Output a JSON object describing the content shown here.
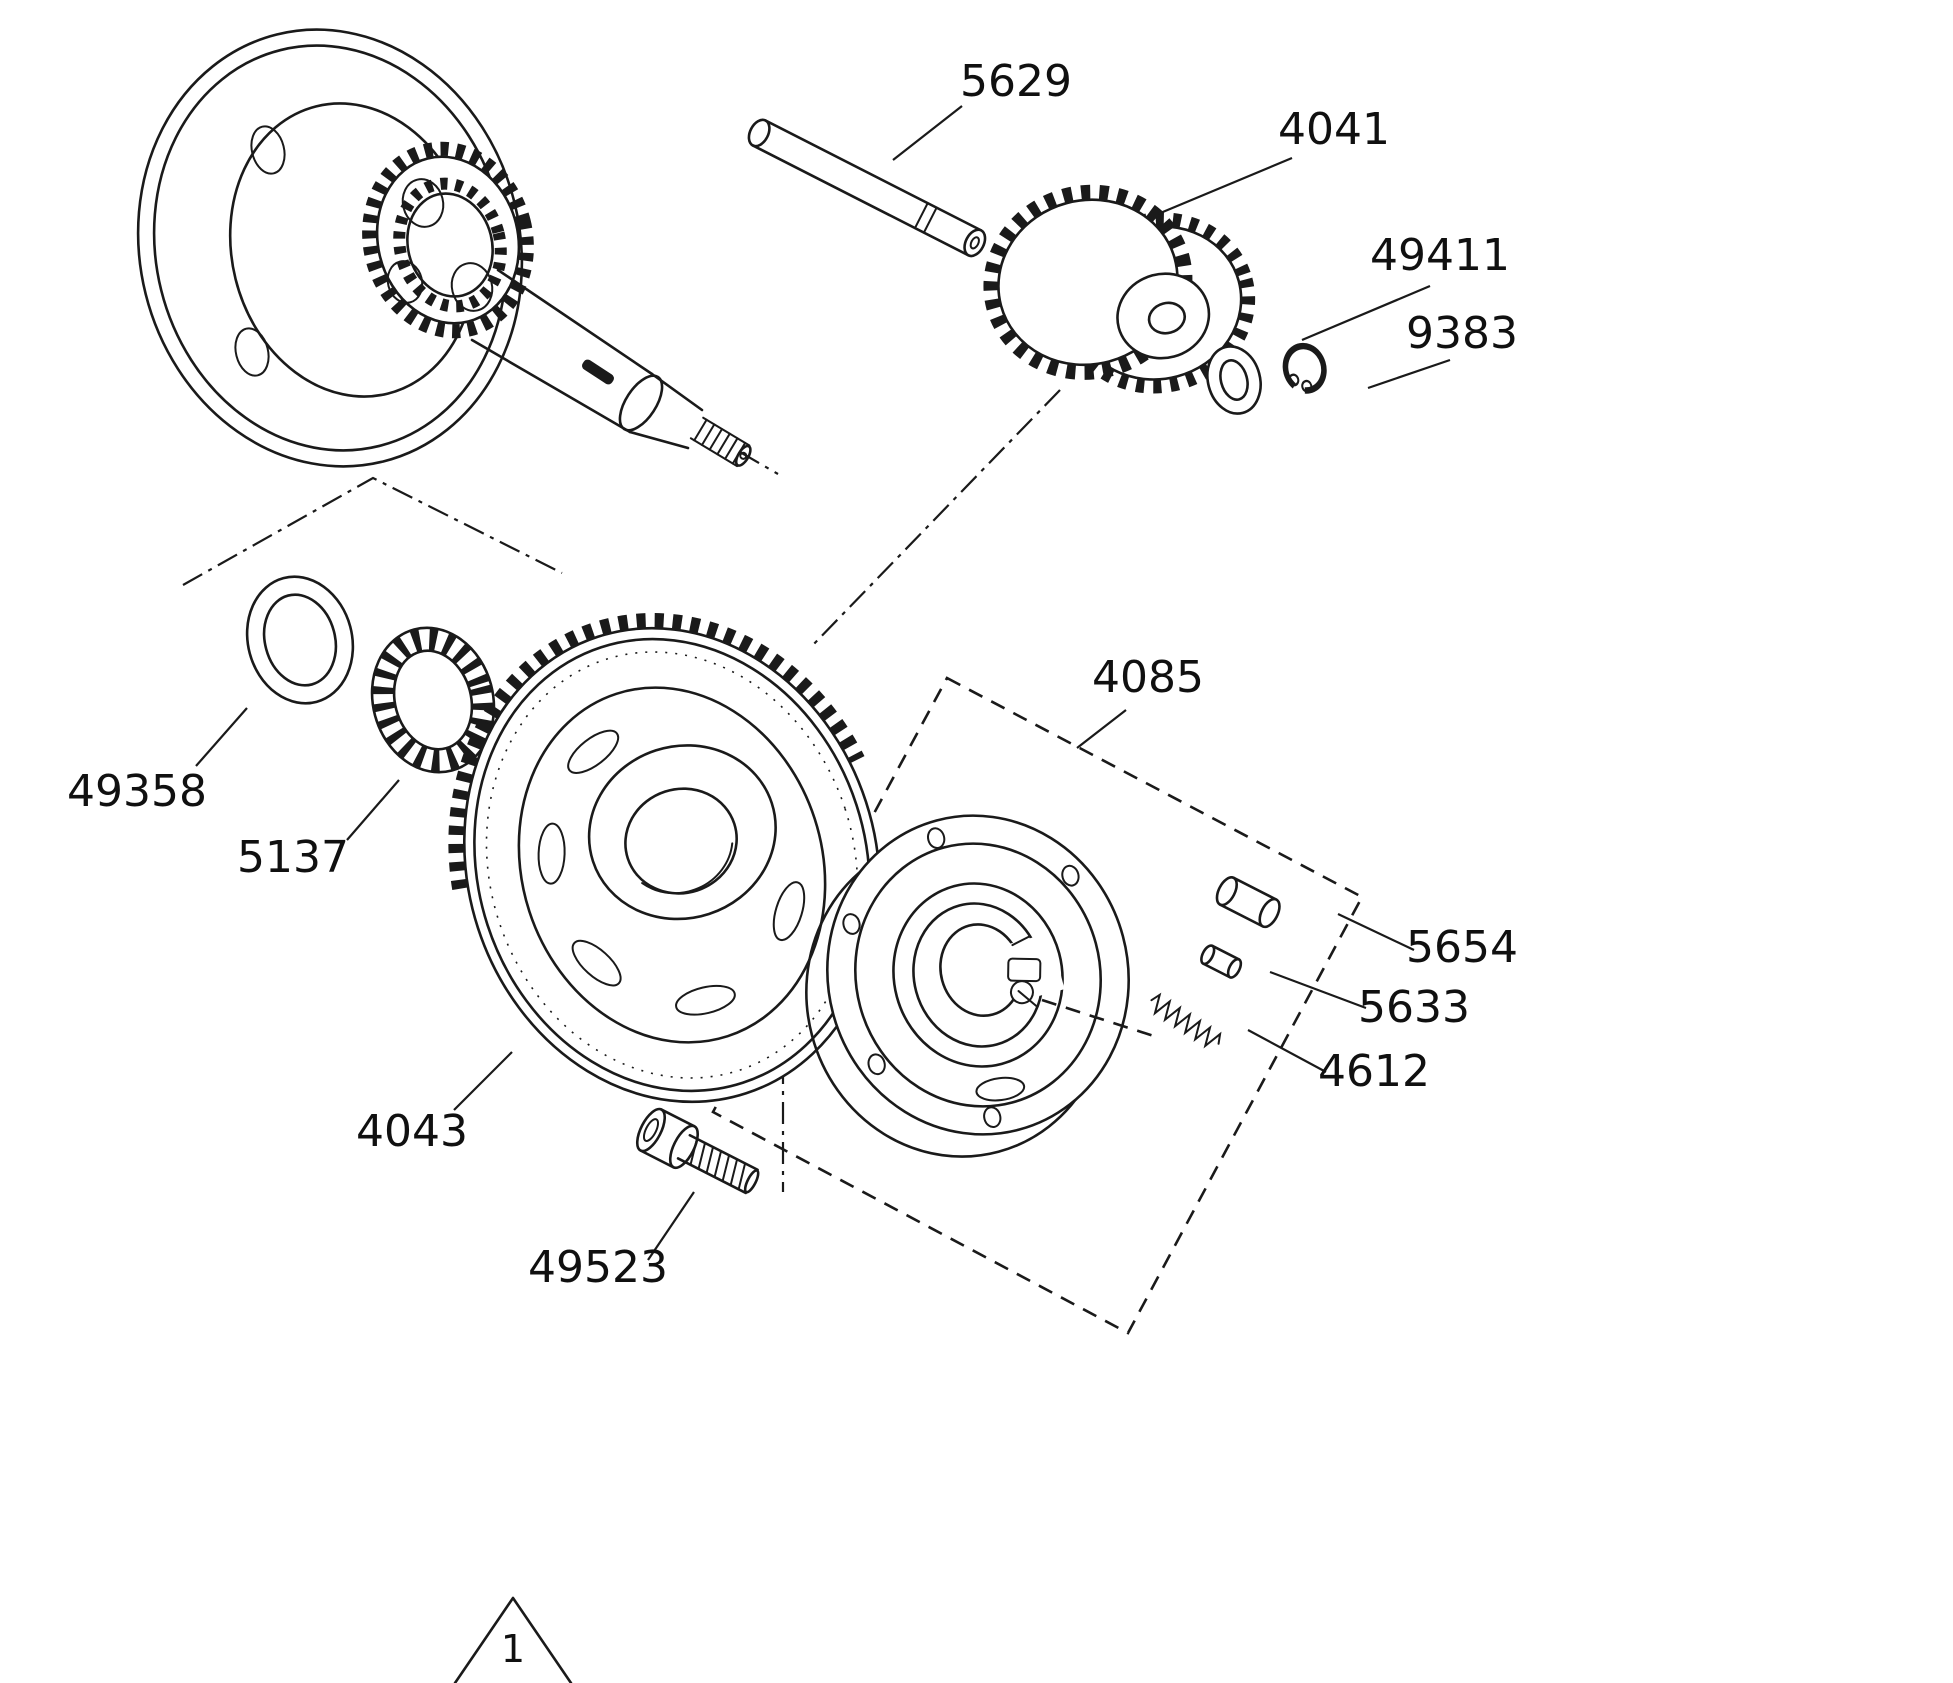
{
  "diagram": {
    "background": "#ffffff",
    "line_color": "#1a1a1a",
    "part_labels": {
      "l5629": "5629",
      "l4041": "4041",
      "l49411": "49411",
      "l9383": "9383",
      "l49358": "49358",
      "l5137": "5137",
      "l4043": "4043",
      "l49523": "49523",
      "l4085": "4085",
      "l5654": "5654",
      "l5633": "5633",
      "l4612": "4612"
    },
    "callout_note": "1"
  }
}
